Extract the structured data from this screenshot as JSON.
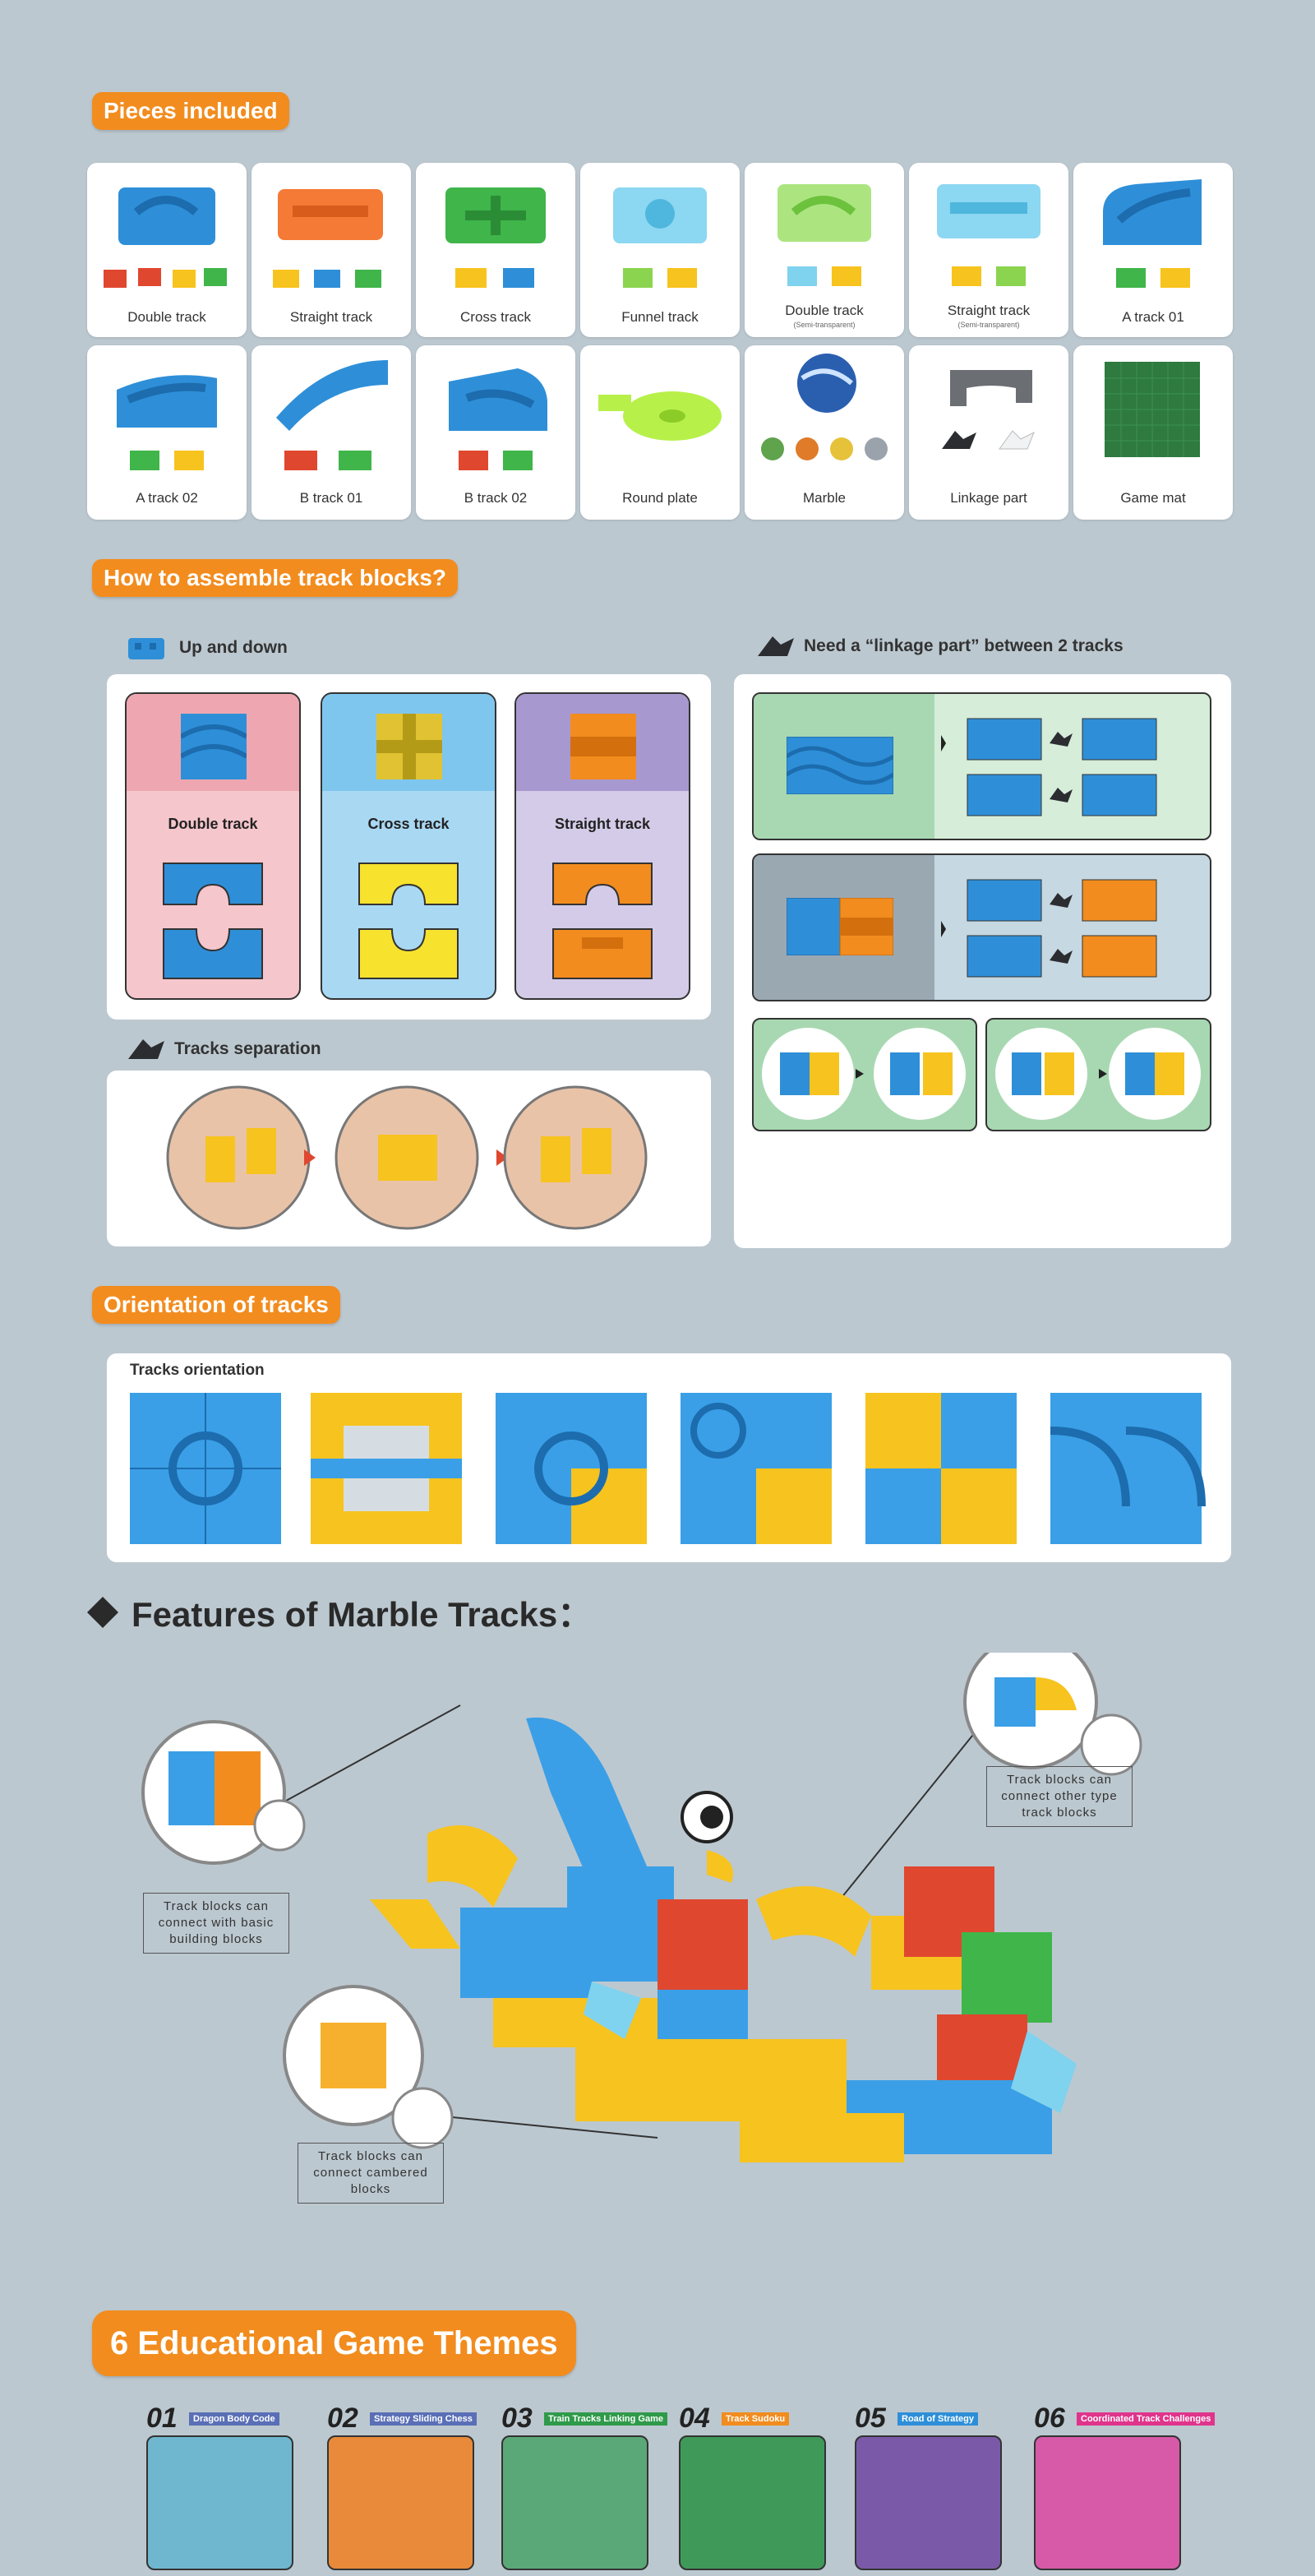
{
  "sections": {
    "pieces": {
      "title": "Pieces included"
    },
    "assemble": {
      "title": "How to assemble track  blocks?"
    },
    "orientation": {
      "title": "Orientation of tracks"
    },
    "features": {
      "title": "Features of Marble Tracks："
    },
    "themes": {
      "title": "6 Educational Game Themes"
    }
  },
  "pieces": [
    {
      "label": "Double track",
      "sub": ""
    },
    {
      "label": "Straight track",
      "sub": ""
    },
    {
      "label": "Cross track",
      "sub": ""
    },
    {
      "label": "Funnel track",
      "sub": ""
    },
    {
      "label": "Double track",
      "sub": "(Semi-transparent)"
    },
    {
      "label": "Straight track",
      "sub": "(Semi-transparent)"
    },
    {
      "label": "A track 01",
      "sub": ""
    },
    {
      "label": "A track 02",
      "sub": ""
    },
    {
      "label": "B track 01",
      "sub": ""
    },
    {
      "label": "B track 02",
      "sub": ""
    },
    {
      "label": "Round plate",
      "sub": ""
    },
    {
      "label": "Marble",
      "sub": ""
    },
    {
      "label": "Linkage part",
      "sub": ""
    },
    {
      "label": "Game mat",
      "sub": ""
    }
  ],
  "assemble": {
    "up_down": "Up and down",
    "linkage": "Need a “linkage part” between 2 tracks",
    "separation": "Tracks separation",
    "columns": [
      {
        "label": "Double track",
        "bg": "#f5c6cc",
        "head": "#eea7b0"
      },
      {
        "label": "Cross track",
        "bg": "#a9d8f3",
        "head": "#7fc6ee"
      },
      {
        "label": "Straight track",
        "bg": "#d4cbe8",
        "head": "#a898d0"
      }
    ]
  },
  "orientation": {
    "subtitle": "Tracks orientation"
  },
  "features": {
    "callouts": [
      "Track blocks can connect with basic building blocks",
      "Track blocks can connect other type track blocks",
      "Track blocks can connect cambered blocks"
    ]
  },
  "themes": [
    {
      "num": "01",
      "name": "Dragon Body Code",
      "color": "#5a6fb6"
    },
    {
      "num": "02",
      "name": "Strategy Sliding Chess",
      "color": "#5a6fb6"
    },
    {
      "num": "03",
      "name": "Train Tracks Linking Game",
      "color": "#2f9a4a"
    },
    {
      "num": "04",
      "name": "Track Sudoku",
      "color": "#f28c1e"
    },
    {
      "num": "05",
      "name": "Road of Strategy",
      "color": "#2e8fd8"
    },
    {
      "num": "06",
      "name": "Coordinated Track Challenges",
      "color": "#e0348c"
    }
  ],
  "colors": {
    "accent": "#f28c1e",
    "blue": "#2e8fd8",
    "yellow": "#f7c31e",
    "green": "#3fb54a",
    "red": "#e0472f"
  }
}
